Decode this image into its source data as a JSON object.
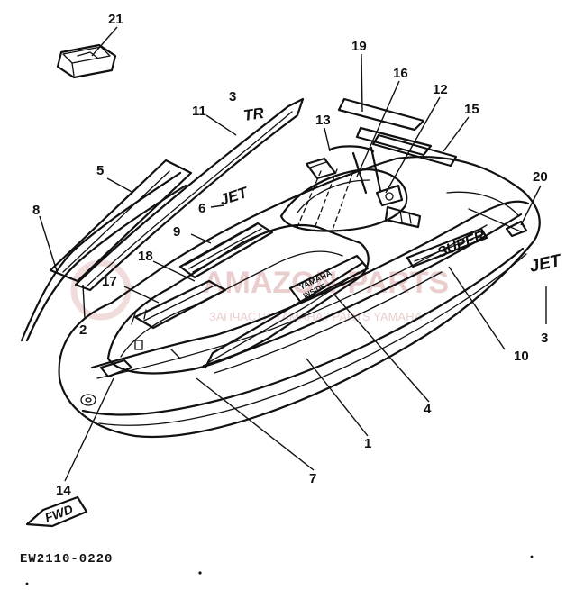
{
  "diagram": {
    "drawing_code": "EW2110-0220",
    "direction_label": "FWD",
    "watermark": {
      "title": "AMAZON-PARTS",
      "subtitle": "ЗАПЧАСТИ YAMAHA / PARTS YAMAHA"
    },
    "decals": {
      "jet_side": "JET",
      "jet_top": "JET",
      "super": "SUPER",
      "tr": "TR",
      "yamaha": "YAMAHA",
      "brand_line2": "INSIDE"
    },
    "callouts": [
      {
        "id": "c1",
        "number": "1"
      },
      {
        "id": "c2",
        "number": "2"
      },
      {
        "id": "c3a",
        "number": "3"
      },
      {
        "id": "c3b",
        "number": "3"
      },
      {
        "id": "c4",
        "number": "4"
      },
      {
        "id": "c5",
        "number": "5"
      },
      {
        "id": "c6",
        "number": "6"
      },
      {
        "id": "c7",
        "number": "7"
      },
      {
        "id": "c8",
        "number": "8"
      },
      {
        "id": "c9",
        "number": "9"
      },
      {
        "id": "c10",
        "number": "10"
      },
      {
        "id": "c11",
        "number": "11"
      },
      {
        "id": "c12",
        "number": "12"
      },
      {
        "id": "c13",
        "number": "13"
      },
      {
        "id": "c14",
        "number": "14"
      },
      {
        "id": "c15",
        "number": "15"
      },
      {
        "id": "c16",
        "number": "16"
      },
      {
        "id": "c17",
        "number": "17"
      },
      {
        "id": "c18",
        "number": "18"
      },
      {
        "id": "c19",
        "number": "19"
      },
      {
        "id": "c20",
        "number": "20"
      },
      {
        "id": "c21",
        "number": "21"
      }
    ]
  }
}
